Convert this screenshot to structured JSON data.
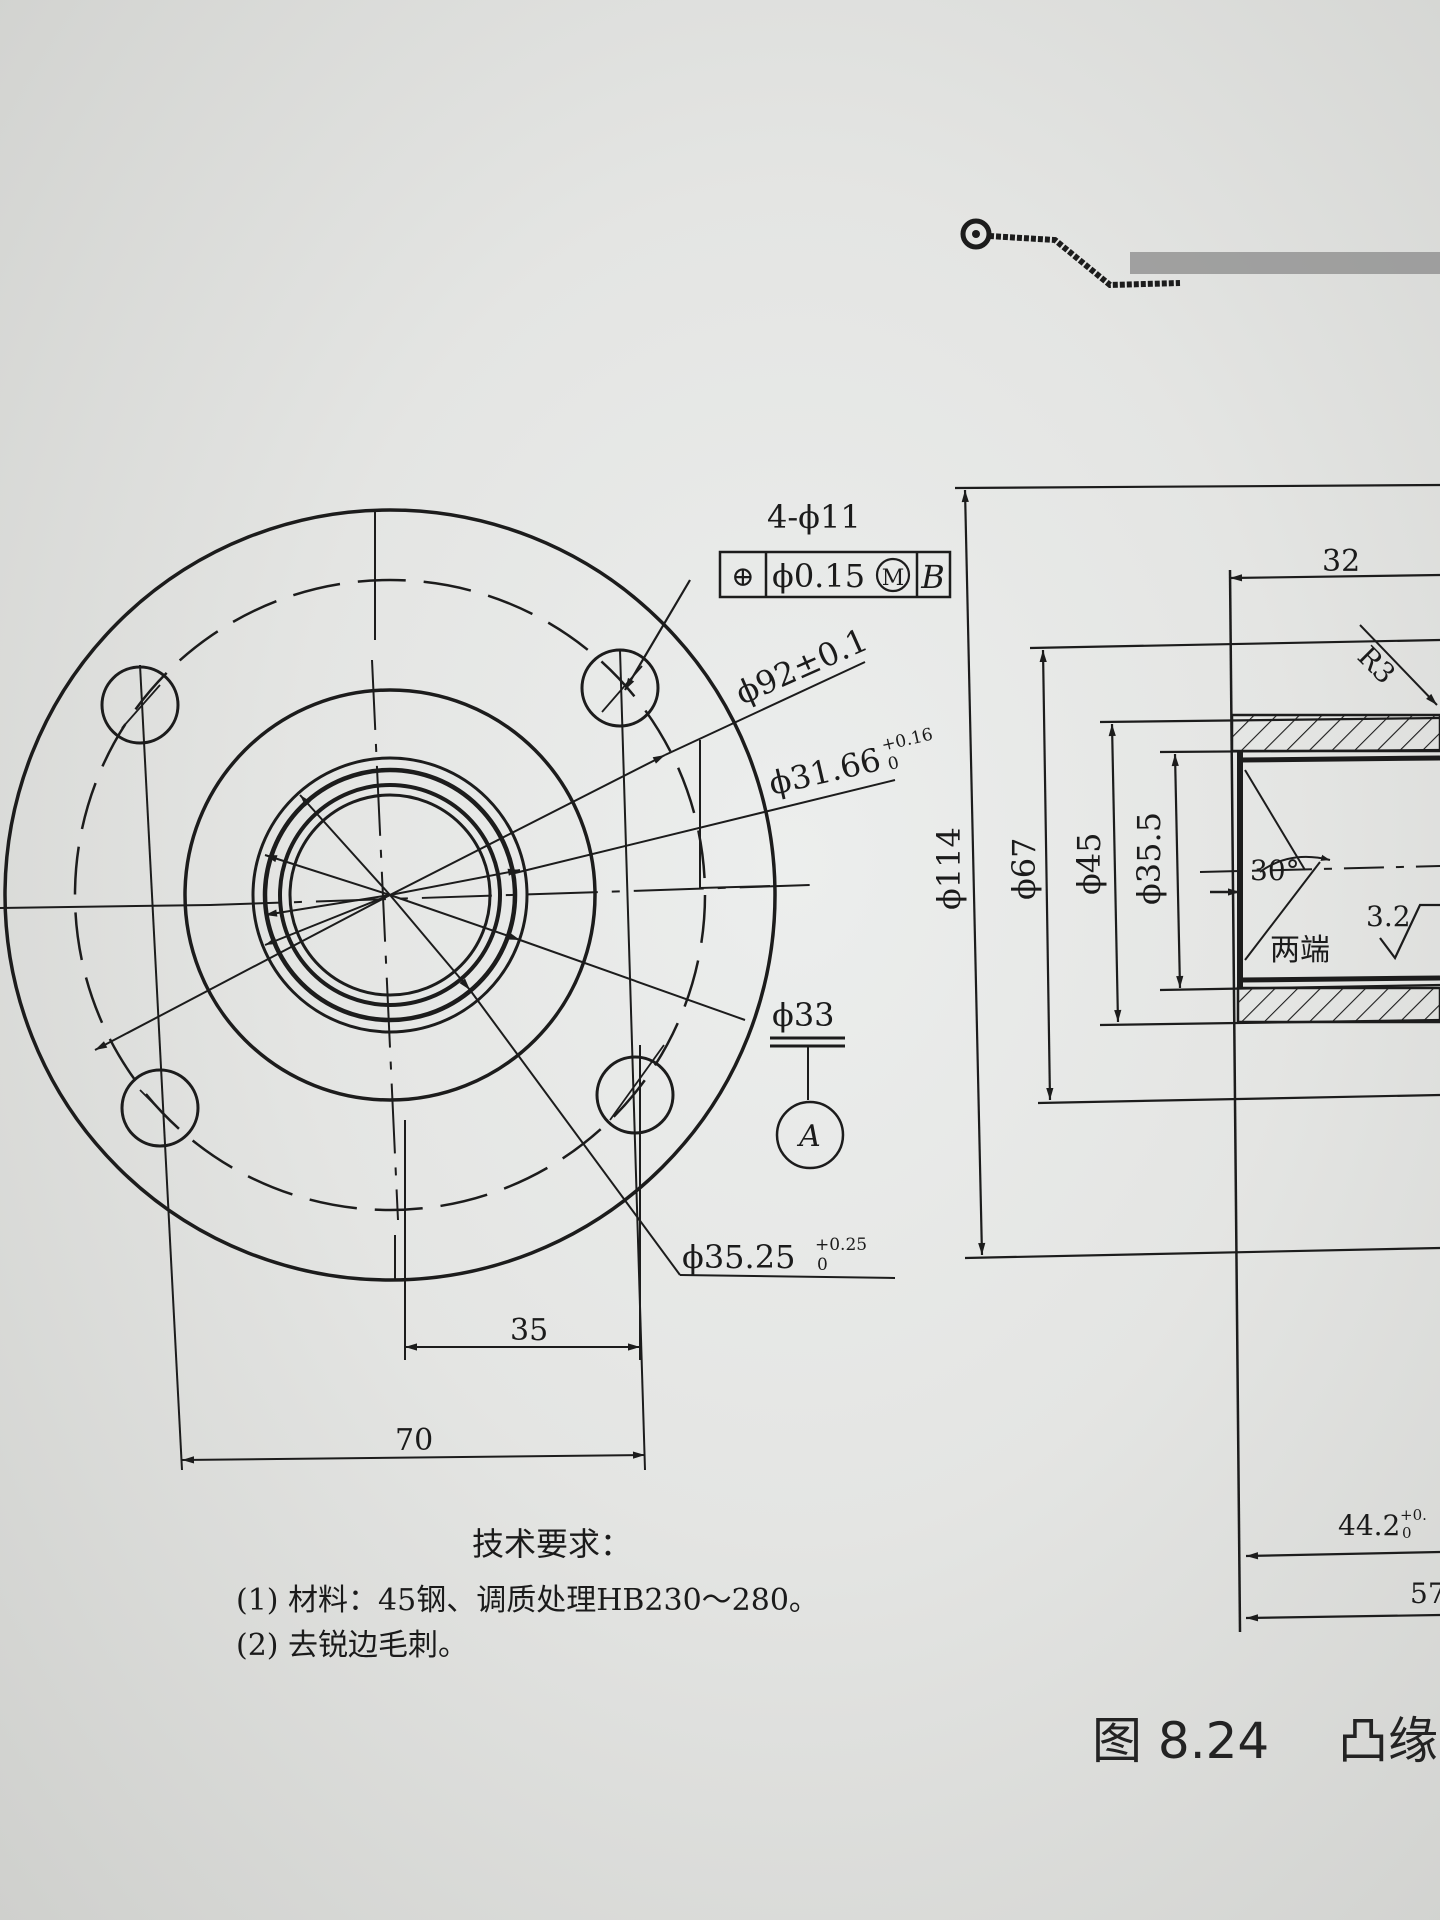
{
  "drawing": {
    "hole_pattern": "4-ϕ11",
    "position_tolerance": {
      "symbol": "⊕",
      "value": "ϕ0.15",
      "modifier": "M",
      "datum": "B"
    },
    "front_view": {
      "d_pitch": "ϕ92±0.1",
      "d_bore_label": "ϕ31.66",
      "d_bore_tol_upper": "+0.16",
      "d_bore_tol_lower": "0",
      "d_33": "ϕ33",
      "datum_a": "A",
      "d_groove_label": "ϕ35.25",
      "d_groove_tol_upper": "+0.25",
      "d_groove_tol_lower": "0",
      "dim_35": "35",
      "dim_70": "70"
    },
    "side_view": {
      "d_outer": "ϕ114",
      "d_67": "ϕ67",
      "d_45": "ϕ45",
      "d_355": "ϕ35.5",
      "dim_32": "32",
      "radius": "R3",
      "angle": "30°",
      "roughness": "3.2",
      "both_ends": "两端",
      "dim_442": "44.2",
      "dim_442_tol": "+0.",
      "dim_442_tol_lower": "0",
      "dim_57_partial": "57"
    },
    "tech_requirements": {
      "title": "技术要求：",
      "line1": "(1) 材料：45钢、调质处理HB230～280。",
      "line2": "(2) 去锐边毛刺。"
    },
    "caption": {
      "number": "图 8.24",
      "title_partial": "凸缘"
    }
  }
}
